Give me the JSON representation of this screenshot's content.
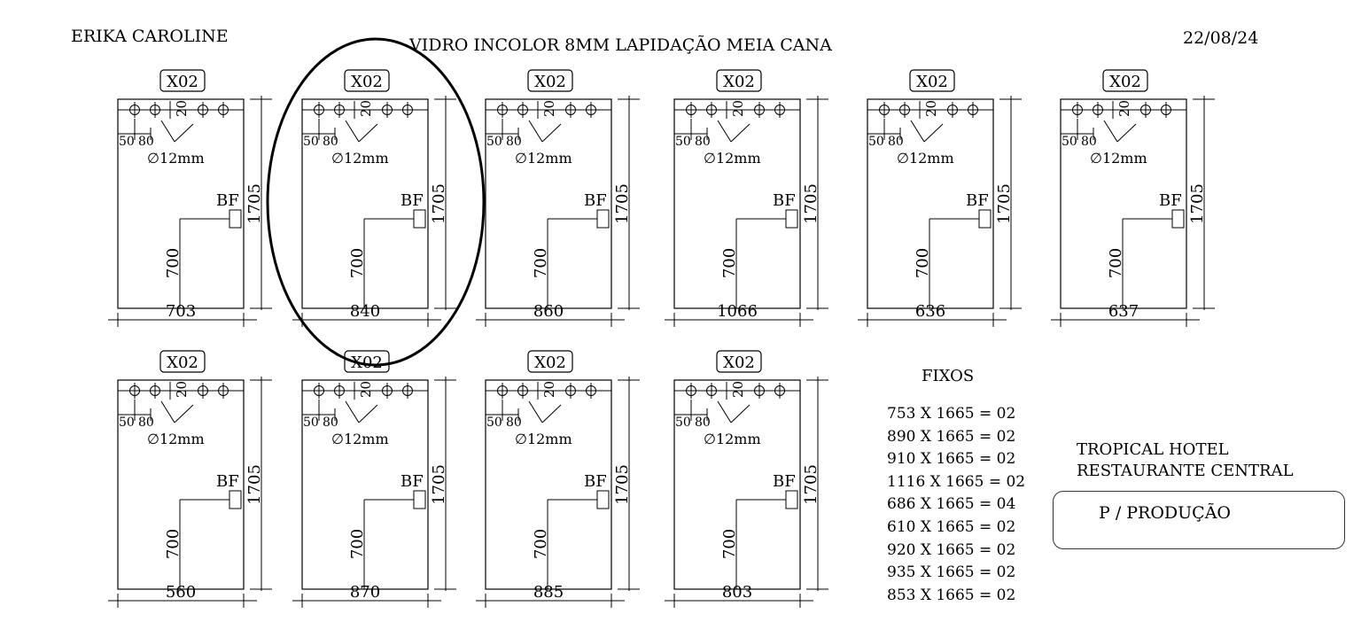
{
  "header": {
    "client_name": "ERIKA CAROLINE",
    "description": "VIDRO INCOLOR 8MM  LAPIDAÇÃO MEIA CANA",
    "date": "22/08/24"
  },
  "panel_common": {
    "tag": "X02",
    "hole_spacing": "20",
    "offset_a": "50",
    "offset_b": "80",
    "hole_diameter": "∅12mm",
    "lock_label": "BF",
    "lock_height": "700",
    "height": "1705"
  },
  "panels": [
    {
      "width": "703"
    },
    {
      "width": "840"
    },
    {
      "width": "860"
    },
    {
      "width": "1066"
    },
    {
      "width": "636"
    },
    {
      "width": "637"
    },
    {
      "width": "560"
    },
    {
      "width": "870"
    },
    {
      "width": "885"
    },
    {
      "width": "803"
    }
  ],
  "fixos": {
    "title": "FIXOS",
    "lines": [
      "753 X 1665 = 02",
      "890 X 1665 = 02",
      "910 X 1665 = 02",
      "1116 X 1665 = 02",
      "686 X 1665 = 04",
      "610 X 1665 = 02",
      "920 X 1665 = 02",
      "935 X 1665 = 02",
      "853 X 1665 = 02"
    ]
  },
  "project": {
    "line1": "TROPICAL HOTEL",
    "line2": "RESTAURANTE CENTRAL",
    "production_note": "P / PRODUÇÃO"
  }
}
